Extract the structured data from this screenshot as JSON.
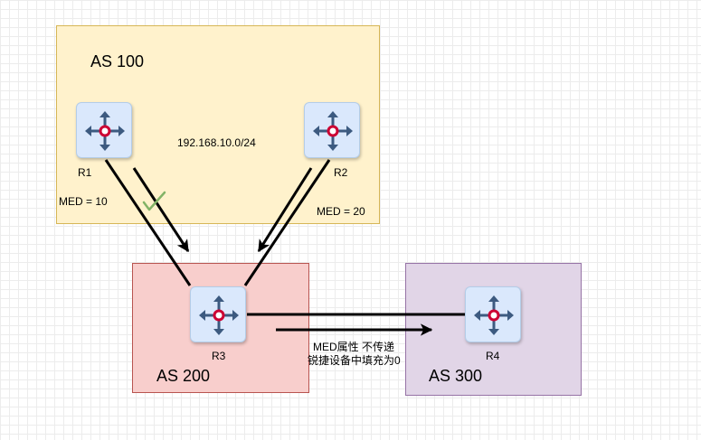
{
  "areas": {
    "as100": "AS 100",
    "as200": "AS 200",
    "as300": "AS 300"
  },
  "routers": {
    "r1": "R1",
    "r2": "R2",
    "r3": "R3",
    "r4": "R4"
  },
  "labels": {
    "network": "192.168.10.0/24",
    "med_r1": "MED = 10",
    "med_r2": "MED = 20",
    "note_line1": "MED属性 不传递",
    "note_line2": "锐捷设备中填充为0"
  },
  "colors": {
    "as100_fill": "#fff2cc",
    "as200_fill": "#f8cecc",
    "as300_fill": "#e1d5e7",
    "router_fill": "#dae8fc",
    "router_arrows": "#3c5a80",
    "router_center": "#cc0033",
    "checkmark": "#82b366"
  },
  "icons": {
    "router": "router-icon",
    "check": "check-icon"
  }
}
